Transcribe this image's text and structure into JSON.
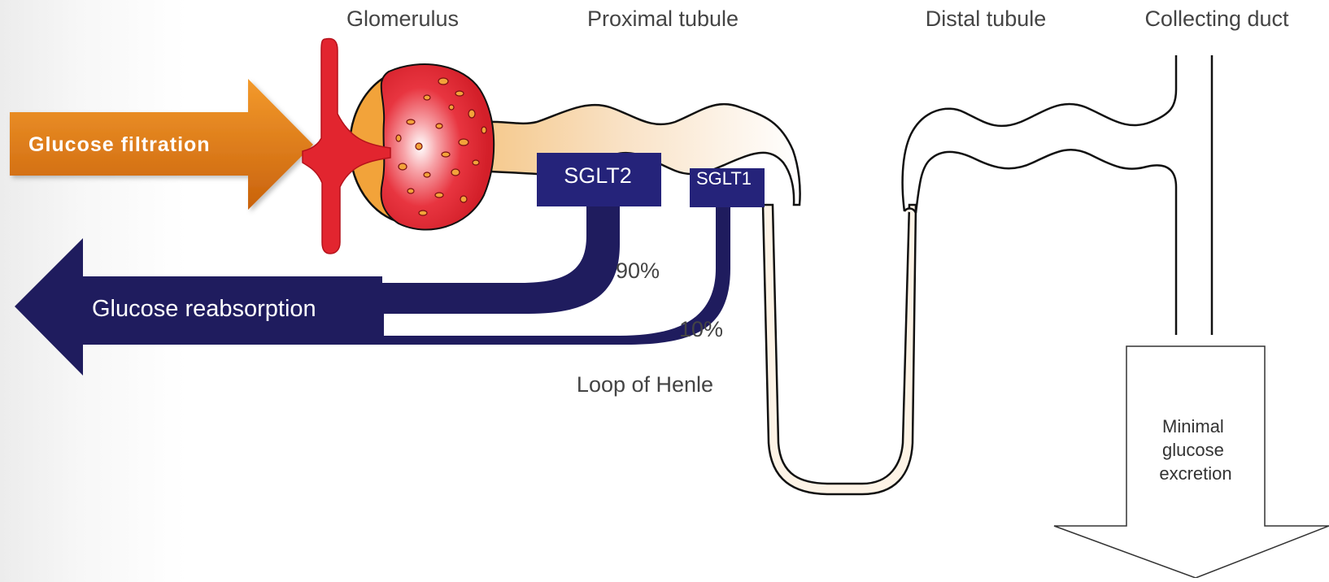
{
  "labels": {
    "glomerulus": "Glomerulus",
    "proximal_tubule": "Proximal tubule",
    "distal_tubule": "Distal tubule",
    "collecting_duct": "Collecting duct",
    "loop_of_henle": "Loop of Henle"
  },
  "arrows": {
    "filtration": "Glucose filtration",
    "reabsorption": "Glucose reabsorption",
    "excretion_line1": "Minimal",
    "excretion_line2": "glucose",
    "excretion_line3": "excretion"
  },
  "transporters": {
    "sglt2": "SGLT2",
    "sglt1": "SGLT1"
  },
  "percentages": {
    "sglt2": "90%",
    "sglt1": "10%"
  },
  "colors": {
    "navy": "#1f1c5e",
    "orange": "#e8801c",
    "glomerulus_red": "#e2252f",
    "capsule_orange": "#f2a33a",
    "tubule_fill": "#f8dcb8"
  }
}
